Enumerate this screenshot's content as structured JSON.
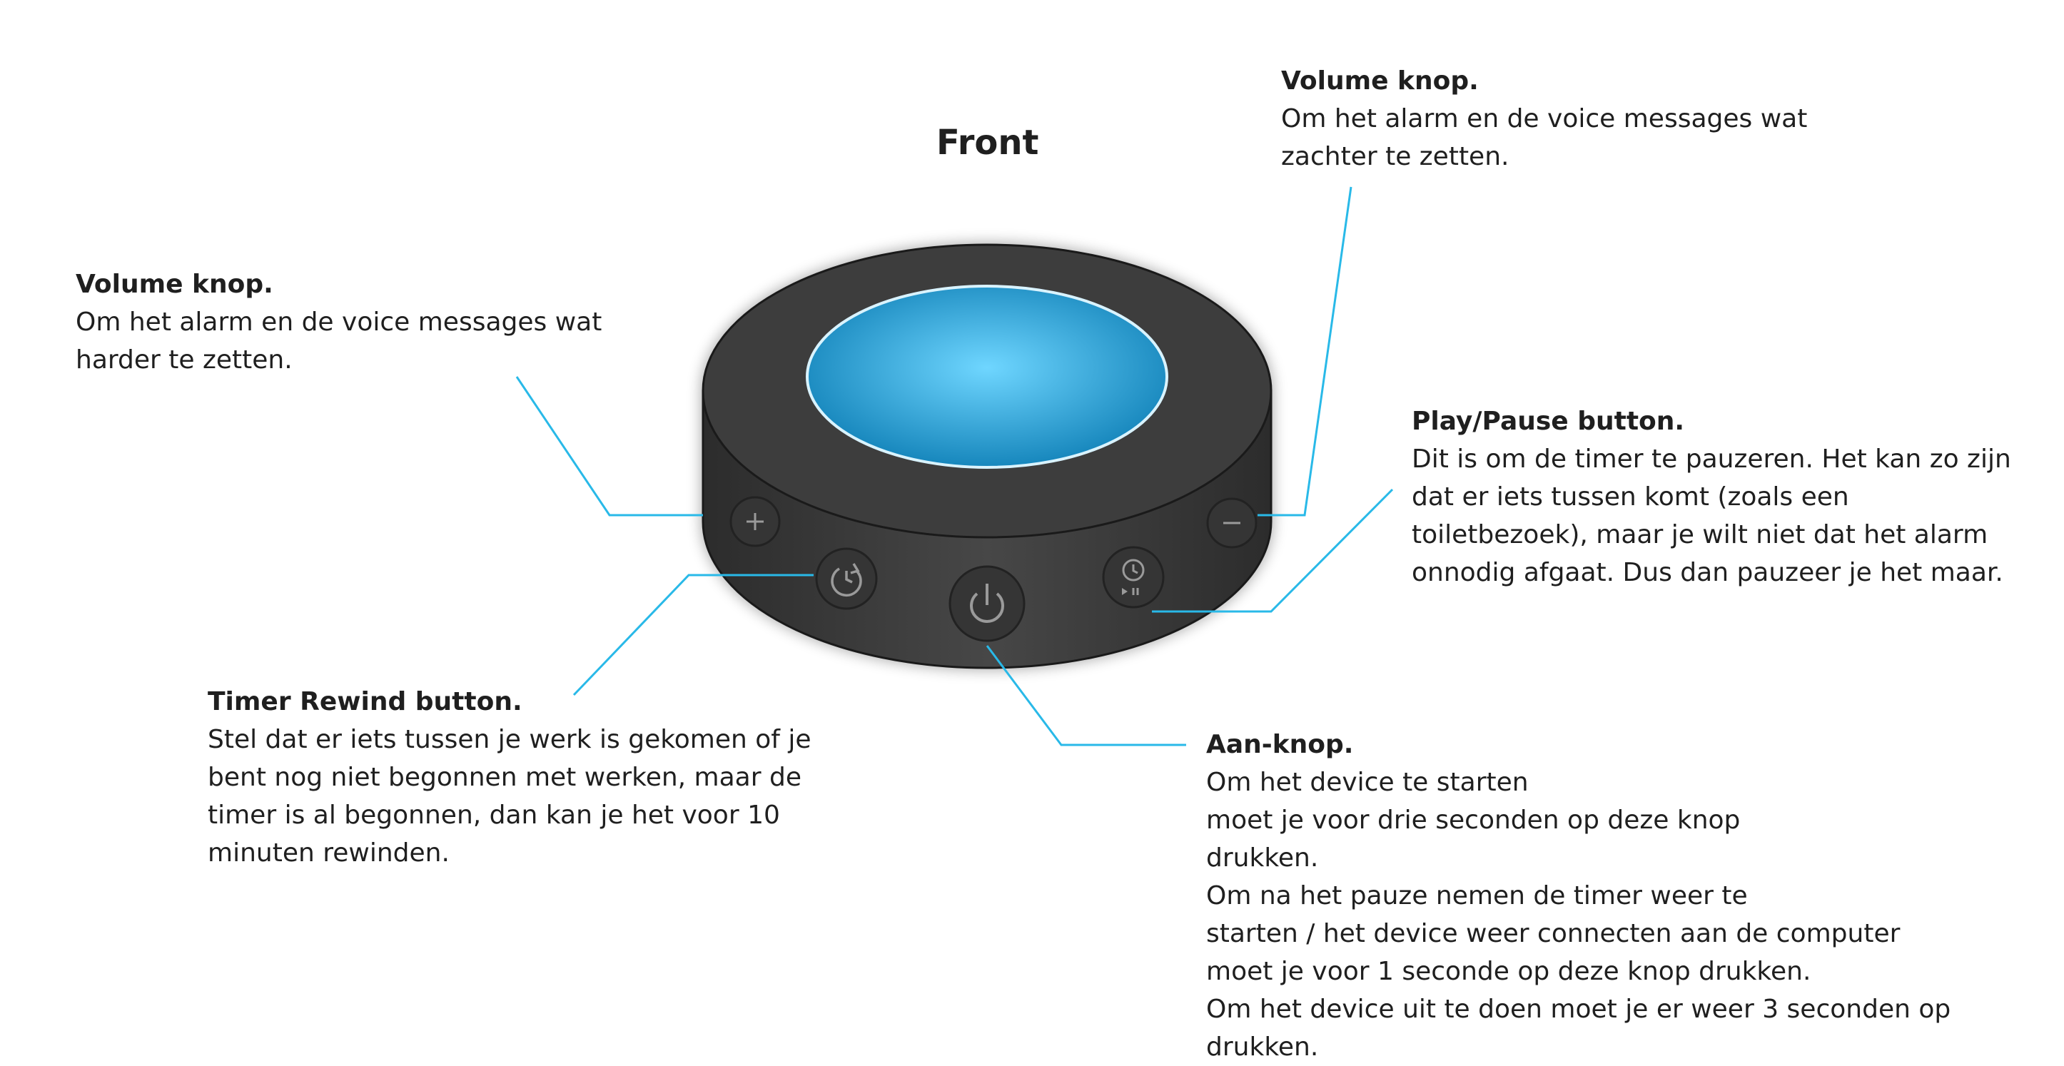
{
  "title": "Front",
  "colors": {
    "callout_line": "#29b9e8",
    "device_body": "#404040",
    "device_top_ring": "#3d3d3d",
    "light_center": "#6fd6ff",
    "light_edge": "#0e7fb6",
    "button": "#353535",
    "text": "#1f1f1f"
  },
  "icons": {
    "plus_button": "plus-icon",
    "minus_button": "minus-icon",
    "rewind_button": "rewind-icon",
    "power_button": "power-icon",
    "play_pause_button": "clock-play-pause-icon"
  },
  "annotations": {
    "volume_up": {
      "heading": "Volume knop.",
      "lines": [
        "Om het alarm en de voice messages wat",
        "harder te zetten."
      ]
    },
    "volume_down": {
      "heading": "Volume knop.",
      "lines": [
        "Om het alarm en de voice messages wat",
        "zachter te zetten."
      ]
    },
    "play_pause": {
      "heading": "Play/Pause button.",
      "lines": [
        "Dit is om de timer te pauzeren. Het kan zo zijn",
        "dat er iets tussen komt (zoals een",
        "toiletbezoek), maar je wilt niet dat het alarm",
        "onnodig afgaat. Dus dan pauzeer je het maar."
      ]
    },
    "timer_rewind": {
      "heading": "Timer Rewind button.",
      "lines": [
        "Stel dat er iets tussen je werk is gekomen of je",
        "bent nog niet begonnen met werken, maar de",
        "timer is al begonnen, dan kan je het voor 10",
        "minuten rewinden."
      ]
    },
    "power": {
      "heading": "Aan-knop.",
      "lines": [
        "Om het device te starten",
        "moet je voor drie seconden op deze knop",
        "drukken.",
        "Om na het pauze nemen de timer weer te",
        "starten / het device weer connecten aan de computer",
        "moet je voor 1 seconde op deze knop drukken.",
        "Om het device uit te doen moet je er weer 3 seconden op",
        "drukken."
      ]
    }
  }
}
